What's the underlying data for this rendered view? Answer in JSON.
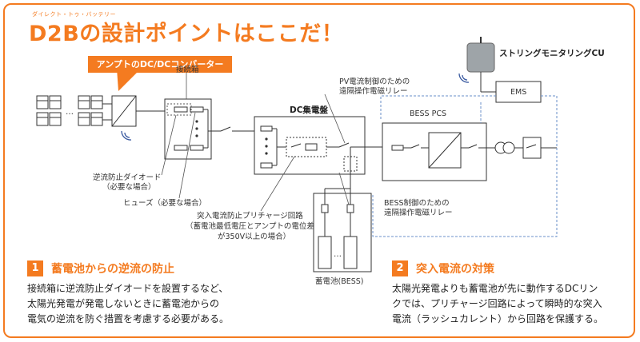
{
  "header": {
    "ruby": "ダイレクト・トゥ・バッテリー",
    "title": "D2Bの設計ポイントはここだ！"
  },
  "callout": {
    "label": "アンプトのDC/DCコンバーター"
  },
  "labels": {
    "junction_box": "接続箱",
    "string_monitor": "ストリングモニタリングCU",
    "ems": "EMS",
    "pv_relay_1": "PV電流制御のための",
    "pv_relay_2": "遠隔操作電磁リレー",
    "dc_panel": "DC集電盤",
    "bess_pcs": "BESS PCS",
    "diode_1": "逆流防止ダイオード",
    "diode_2": "（必要な場合）",
    "fuse": "ヒューズ（必要な場合）",
    "bess_relay_1": "BESS制御のための",
    "bess_relay_2": "遠隔操作電磁リレー",
    "precharge_1": "突入電流防止プリチャージ回路",
    "precharge_2": "（蓄電池最低電圧とアンプトの電位差",
    "precharge_3": "が350V以上の場合）",
    "battery": "蓄電池(BESS)"
  },
  "sections": [
    {
      "number": "1",
      "title": "蓄電池からの逆流の防止",
      "lines": [
        "接続箱に逆流防止ダイオードを設置するなど、",
        "太陽光発電が発電しないときに蓄電池からの",
        "電気の逆流を防ぐ措置を考慮する必要がある。"
      ]
    },
    {
      "number": "2",
      "title": "突入電流の対策",
      "lines": [
        "太陽光発電よりも蓄電池が先に動作するDCリン",
        "クでは、プリチャージ回路によって瞬時的な突入",
        "電流（ラッシュカレント）から回路を保護する。"
      ]
    }
  ],
  "colors": {
    "accent": "#f47b20",
    "line": "#333333",
    "dashed": "#6a8fc8"
  }
}
